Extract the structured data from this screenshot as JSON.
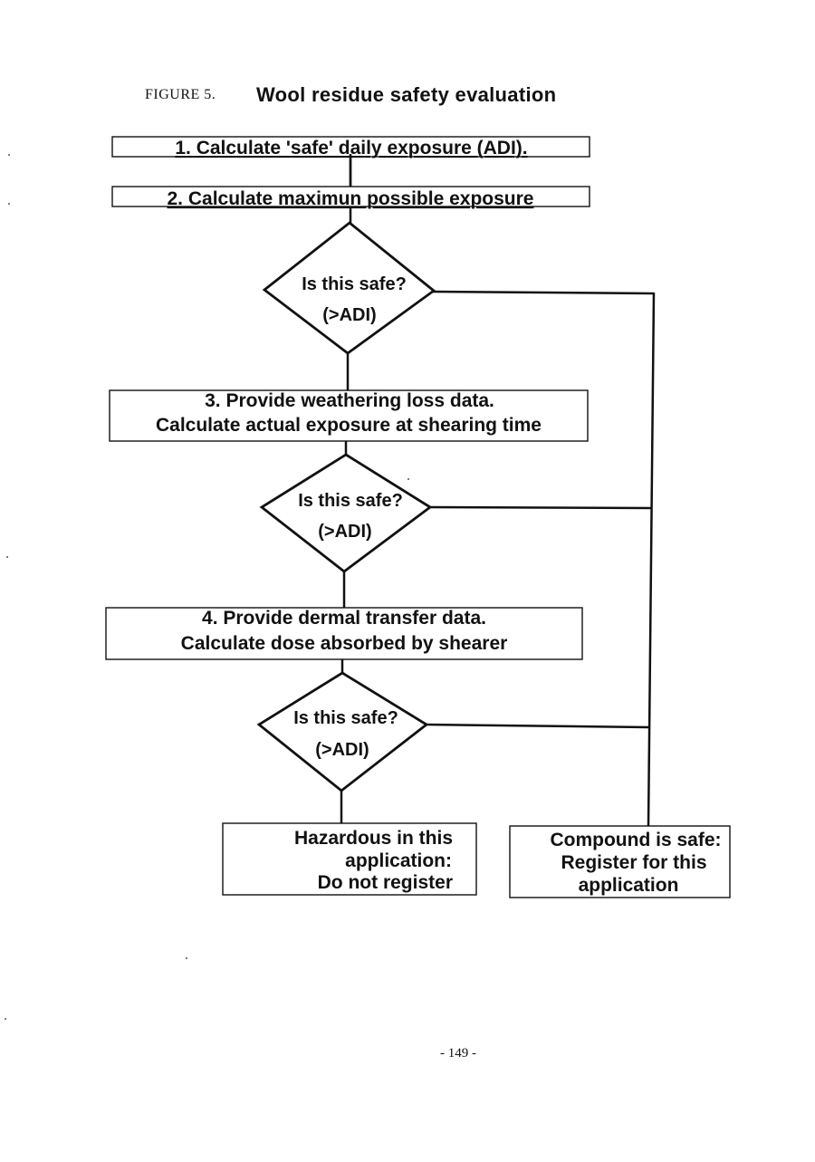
{
  "figure": {
    "label": "FIGURE 5.",
    "title": "Wool residue safety evaluation"
  },
  "steps": [
    {
      "lines": [
        "1. Calculate 'safe' daily exposure (ADI)."
      ]
    },
    {
      "lines": [
        "2. Calculate maximun possible exposure"
      ]
    },
    {
      "lines": [
        "3. Provide weathering loss data.",
        "Calculate actual exposure at shearing time"
      ]
    },
    {
      "lines": [
        "4. Provide dermal transfer data.",
        "Calculate dose absorbed by shearer"
      ]
    }
  ],
  "decisions": [
    {
      "lines": [
        "Is this safe?",
        "(>ADI)"
      ]
    },
    {
      "lines": [
        "Is this safe?",
        "(>ADI)"
      ]
    },
    {
      "lines": [
        "Is this safe?",
        "(>ADI)"
      ]
    }
  ],
  "outcomes": {
    "hazardous": {
      "lines": [
        "Hazardous in this",
        "application:",
        "Do not register"
      ]
    },
    "safe": {
      "lines": [
        "Compound is safe:",
        "Register for this",
        "application"
      ]
    }
  },
  "page_number": "- 149 -"
}
